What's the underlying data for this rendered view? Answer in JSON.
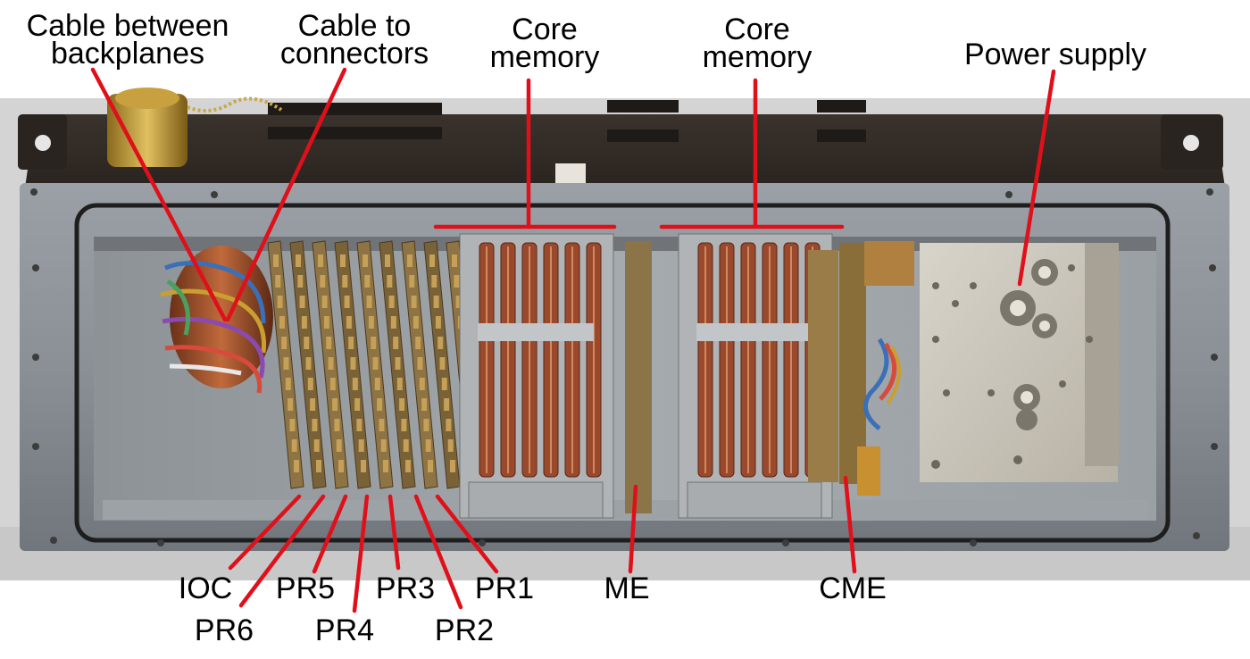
{
  "figure": {
    "photo_subject": "open computer enclosure with circuit board stacks",
    "leader_line_color": "#e0101a",
    "labels_top": {
      "cable_between_backplanes": [
        "Cable between",
        "backplanes"
      ],
      "cable_to_connectors": [
        "Cable to",
        "connectors"
      ],
      "core_memory_left": [
        "Core",
        "memory"
      ],
      "core_memory_right": [
        "Core",
        "memory"
      ],
      "power_supply": "Power supply"
    },
    "labels_bottom": {
      "ioc": "IOC",
      "pr6": "PR6",
      "pr5": "PR5",
      "pr4": "PR4",
      "pr3": "PR3",
      "pr2": "PR2",
      "pr1": "PR1",
      "me": "ME",
      "cme": "CME"
    }
  }
}
